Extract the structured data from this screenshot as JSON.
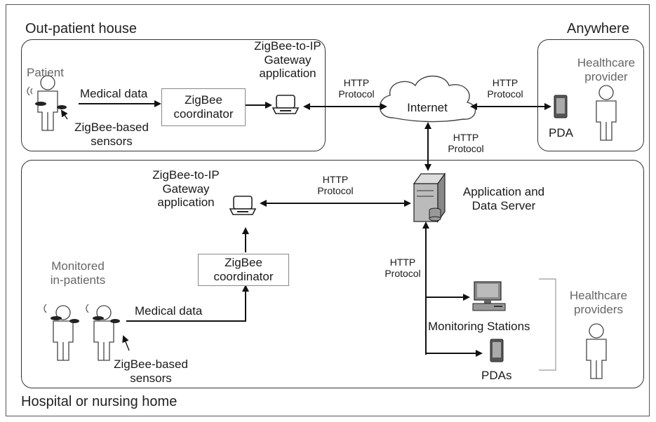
{
  "regions": {
    "outpatient_title": "Out-patient house",
    "anywhere_title": "Anywhere",
    "hospital_title": "Hospital or nursing home"
  },
  "outpatient": {
    "patient": "Patient",
    "medical_data": "Medical data",
    "coordinator": [
      "ZigBee",
      "coordinator"
    ],
    "sensors": [
      "ZigBee-based",
      "sensors"
    ],
    "gateway": [
      "ZigBee-to-IP",
      "Gateway",
      "application"
    ]
  },
  "network": {
    "http_left": [
      "HTTP",
      "Protocol"
    ],
    "internet": "Internet",
    "http_right": [
      "HTTP",
      "Protocol"
    ],
    "http_down": [
      "HTTP",
      "Protocol"
    ]
  },
  "anywhere": {
    "pda": "PDA",
    "provider": [
      "Healthcare",
      "provider"
    ]
  },
  "hospital": {
    "gateway": [
      "ZigBee-to-IP",
      "Gateway",
      "application"
    ],
    "http_gateway": [
      "HTTP",
      "Protocol"
    ],
    "server": [
      "Application and",
      "Data Server"
    ],
    "monitored": [
      "Monitored",
      "in-patients"
    ],
    "coordinator": [
      "ZigBee",
      "coordinator"
    ],
    "medical_data": "Medical data",
    "sensors": [
      "ZigBee-based",
      "sensors"
    ],
    "http_stations": [
      "HTTP",
      "Protocol"
    ],
    "stations": "Monitoring Stations",
    "pdas": "PDAs",
    "providers": [
      "Healthcare",
      "providers"
    ]
  }
}
